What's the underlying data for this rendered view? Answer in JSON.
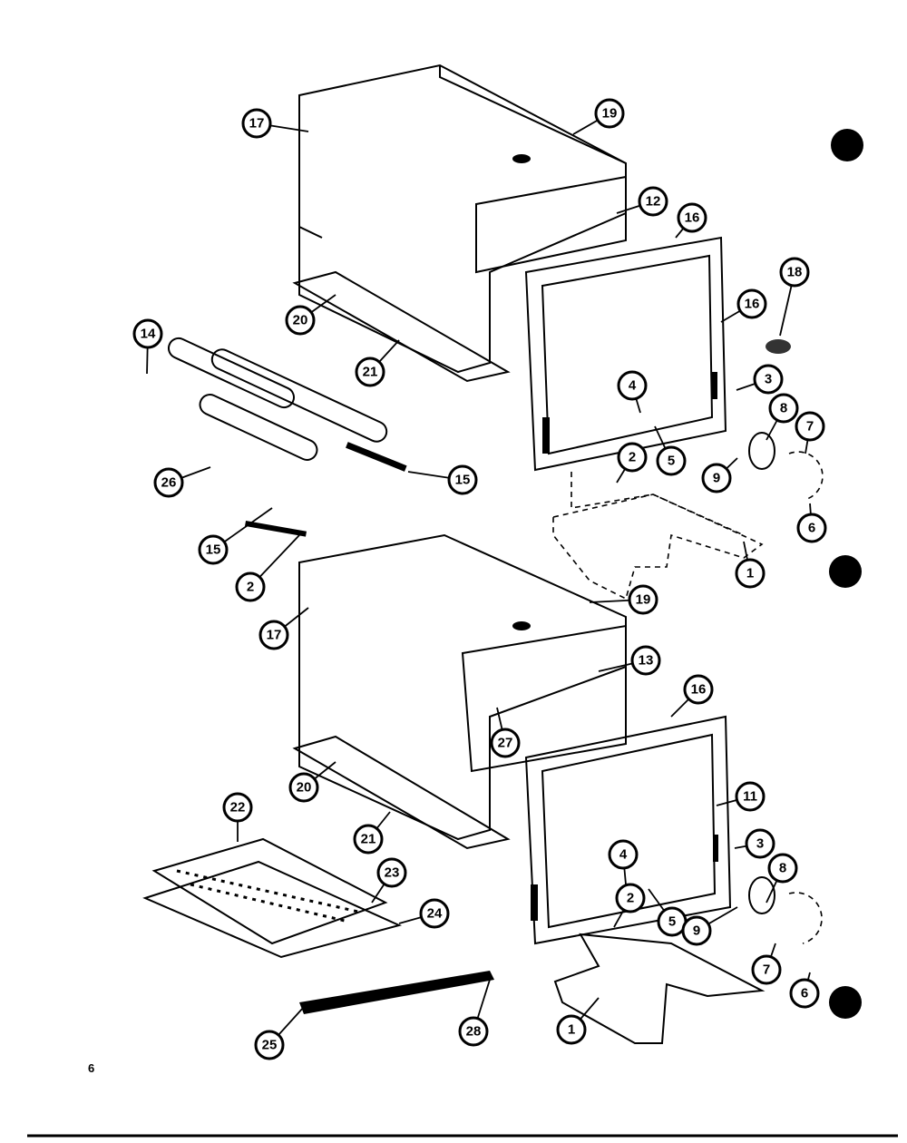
{
  "diagram": {
    "title": "Oven exploded parts diagram",
    "page_number": "6",
    "callouts": [
      "17",
      "19",
      "12",
      "16",
      "16",
      "18",
      "20",
      "21",
      "14",
      "3",
      "4",
      "8",
      "7",
      "5",
      "2",
      "9",
      "26",
      "15",
      "6",
      "15",
      "2",
      "1",
      "19",
      "17",
      "13",
      "16",
      "27",
      "20",
      "11",
      "21",
      "3",
      "22",
      "4",
      "8",
      "23",
      "5",
      "9",
      "24",
      "2",
      "7",
      "6",
      "1",
      "25",
      "28"
    ]
  }
}
